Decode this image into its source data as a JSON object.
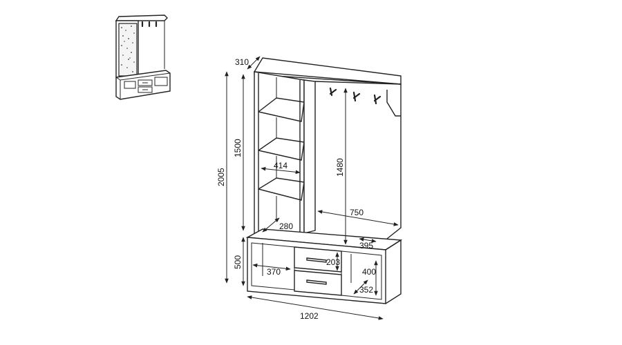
{
  "dimensions": {
    "depth": "310",
    "total_height": "2005",
    "upper_height": "1500",
    "hanger_height": "1480",
    "shelf_width": "414",
    "hanger_width": "750",
    "shelf_depth": "280",
    "bench_depth": "395",
    "bench_height": "500",
    "left_niche_width": "370",
    "drawer_height": "203",
    "right_niche_height": "400",
    "right_niche_width": "352",
    "total_width": "1202"
  },
  "colors": {
    "line": "#222222",
    "background": "#ffffff"
  },
  "icons": [
    "coat-hook-icon",
    "drawer-handle-icon"
  ]
}
